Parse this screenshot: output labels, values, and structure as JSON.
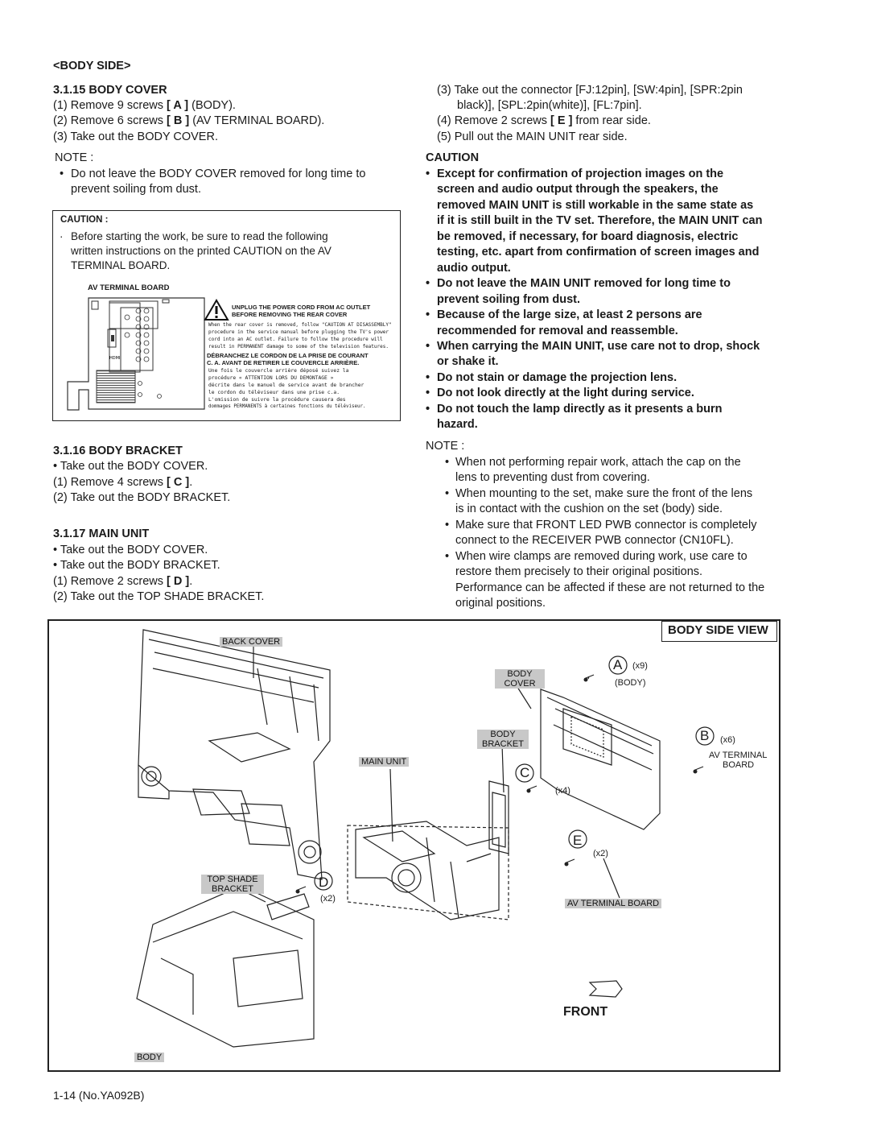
{
  "left": {
    "section_header": "<BODY SIDE>",
    "body_cover": {
      "title": "3.1.15 BODY COVER",
      "steps": [
        [
          "(1) Remove 9 screws ",
          "[ A ]",
          " (BODY)."
        ],
        [
          "(2) Remove 6 screws ",
          "[ B ]",
          " (AV TERMINAL BOARD)."
        ],
        [
          "(3) Take out the BODY COVER.",
          "",
          ""
        ]
      ],
      "note_label": "NOTE :",
      "note_lines": [
        "Do not leave the BODY COVER removed for long time to",
        "prevent soiling from dust."
      ]
    },
    "caution_box": {
      "title": "CAUTION :",
      "lines": [
        "Before starting the work, be sure to read the following",
        "written instructions on the printed CAUTION on the  AV",
        "TERMINAL BOARD."
      ],
      "figure_label": "AV TERMINAL BOARD",
      "warning_en_1": "UNPLUG THE POWER CORD FROM AC OUTLET",
      "warning_en_2": "BEFORE REMOVING THE REAR COVER",
      "warning_small_1": "When the rear cover is removed, follow \"CAUTION AT DISASSEMBLY\"",
      "warning_small_2": "procedure in the service manual before plugging the TV's power",
      "warning_small_3": "cord into an AC outlet. Failure to follow the procedure will",
      "warning_small_4": "result in PERMANENT damage to some of the television features.",
      "warning_fr_1": "DÉBRANCHEZ LE CORDON DE LA PRISE DE COURANT",
      "warning_fr_2": "C. A. AVANT DE RETIRER LE COUVERCLE ARRIÈRE.",
      "warning_fr_small_1": "Une fois le couvercle arrière déposé suivez la",
      "warning_fr_small_2": "procédure « ATTENTION LORS DU DEMONTAGE »",
      "warning_fr_small_3": "décrite dans le manuel de service avant de brancher",
      "warning_fr_small_4": "le cordon du téléviseur dans une prise c.a.",
      "warning_fr_small_5": "L'omission de suivre la procédure causera des",
      "warning_fr_small_6": "dommages PERMANENTS à certaines fonctions du téléviseur.",
      "hdmi": "HDMI"
    },
    "body_bracket": {
      "title": "3.1.16 BODY BRACKET",
      "lines": [
        [
          "• Take out the BODY COVER.",
          "",
          ""
        ],
        [
          "(1) Remove 4 screws ",
          "[ C ]",
          "."
        ],
        [
          "(2) Take out the BODY BRACKET.",
          "",
          ""
        ]
      ]
    },
    "main_unit": {
      "title": "3.1.17 MAIN UNIT",
      "lines": [
        [
          "• Take out the BODY COVER.",
          "",
          ""
        ],
        [
          "• Take out the BODY BRACKET.",
          "",
          ""
        ],
        [
          "(1) Remove 2 screws ",
          "[ D ]",
          "."
        ],
        [
          "(2) Take out the TOP SHADE BRACKET.",
          "",
          ""
        ]
      ]
    }
  },
  "right": {
    "steps": [
      "(3) Take out the connector [FJ:12pin], [SW:4pin], [SPR:2pin",
      "black)], [SPL:2pin(white)], [FL:7pin].",
      "(5) Pull out the MAIN UNIT rear side."
    ],
    "step4": [
      "(4) Remove 2 screws ",
      "[ E ]",
      " from rear side."
    ],
    "caution_label": "CAUTION",
    "caution_items": [
      [
        "Except for confirmation of projection images on the",
        "screen and audio output through the speakers, the",
        "removed MAIN UNIT is still workable in the same state as",
        "if it is still built in the TV set. Therefore, the MAIN UNIT can",
        "be removed, if necessary, for board diagnosis, electric",
        "testing, etc. apart from confirmation of screen images and",
        "audio output."
      ],
      [
        "Do not leave the MAIN UNIT removed for long time to",
        "prevent soiling from dust."
      ],
      [
        "Because of the large size, at least 2 persons are",
        "recommended for removal and reassemble."
      ],
      [
        "When carrying the MAIN UNIT, use care not to drop, shock",
        "or shake it."
      ],
      [
        "Do not stain or damage the projection lens."
      ],
      [
        "Do not look directly at the light during service."
      ],
      [
        "Do not touch the lamp directly as it presents a burn",
        "hazard."
      ]
    ],
    "note_label": "NOTE :",
    "note_items": [
      [
        "When not performing repair work, attach the cap on the",
        "lens to preventing dust from covering."
      ],
      [
        "When mounting to the set, make sure the front of the lens",
        "is in contact with the cushion on the set (body) side."
      ],
      [
        "Make sure that FRONT LED PWB connector is completely",
        "connect to the RECEIVER PWB connector (CN10FL)."
      ],
      [
        "When wire clamps are removed during work, use care to",
        "restore them precisely to their original positions.",
        "Performance can be affected if these are not returned to the",
        "original positions."
      ]
    ]
  },
  "figure": {
    "title": "BODY SIDE VIEW",
    "labels": {
      "back_cover": "BACK COVER",
      "body_cover_1": "BODY",
      "body_cover_2": "COVER",
      "body_bracket_1": "BODY",
      "body_bracket_2": "BRACKET",
      "main_unit": "MAIN UNIT",
      "top_shade_1": "TOP SHADE",
      "top_shade_2": "BRACKET",
      "av_terminal_board": "AV TERMINAL BOARD",
      "body": "BODY"
    },
    "screws": {
      "a": "A",
      "a_count": "(x9)",
      "a_note": "(BODY)",
      "b": "B",
      "b_count": "(x6)",
      "b_note_1": "AV TERMINAL",
      "b_note_2": "BOARD",
      "c": "C",
      "c_count": "(x4)",
      "d": "D",
      "d_count": "(x2)",
      "e": "E",
      "e_count": "(x2)"
    },
    "front": "FRONT"
  },
  "footer": "1-14 (No.YA092B)"
}
